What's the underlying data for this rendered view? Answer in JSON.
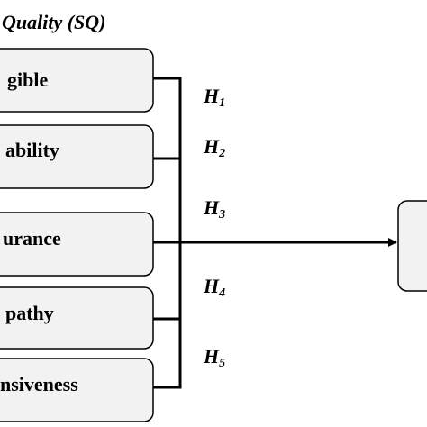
{
  "diagram": {
    "heading": "Quality (SQ)",
    "dimensions": [
      {
        "label": "gible",
        "hypothesis": "H",
        "hypothesis_index": "1"
      },
      {
        "label": "ability",
        "hypothesis": "H",
        "hypothesis_index": "2"
      },
      {
        "label": "urance",
        "hypothesis": "H",
        "hypothesis_index": "3"
      },
      {
        "label": "pathy",
        "hypothesis": "H",
        "hypothesis_index": "4"
      },
      {
        "label": "nsiveness",
        "hypothesis": "H",
        "hypothesis_index": "5"
      }
    ]
  },
  "colors": {
    "box_fill": "#f2f2f2",
    "stroke": "#000000"
  }
}
